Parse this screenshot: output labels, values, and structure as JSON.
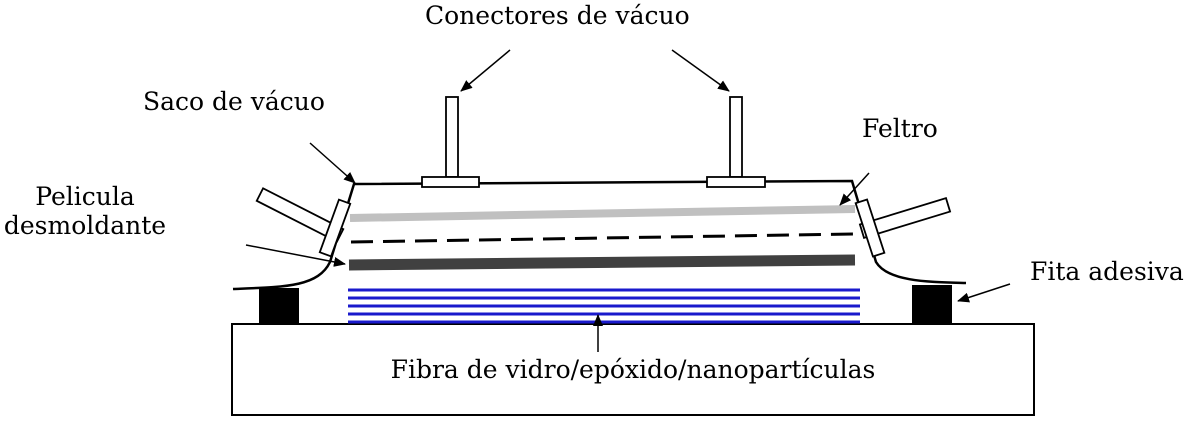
{
  "labels": {
    "vacuum_connectors": "Conectores de vácuo",
    "vacuum_bag": "Saco de vácuo",
    "release_film_line1": "Pelicula",
    "release_film_line2": "desmoldante",
    "felt": "Feltro",
    "adhesive_tape": "Fita adesiva",
    "laminate": "Fibra de vidro/epóxido/nanopartículas"
  },
  "colors": {
    "stroke": "#000000",
    "felt_layer": "#c0c0c0",
    "release_film_layer": "#404040",
    "laminate_layers": "#1a1acc",
    "adhesive_tape": "#000000"
  }
}
